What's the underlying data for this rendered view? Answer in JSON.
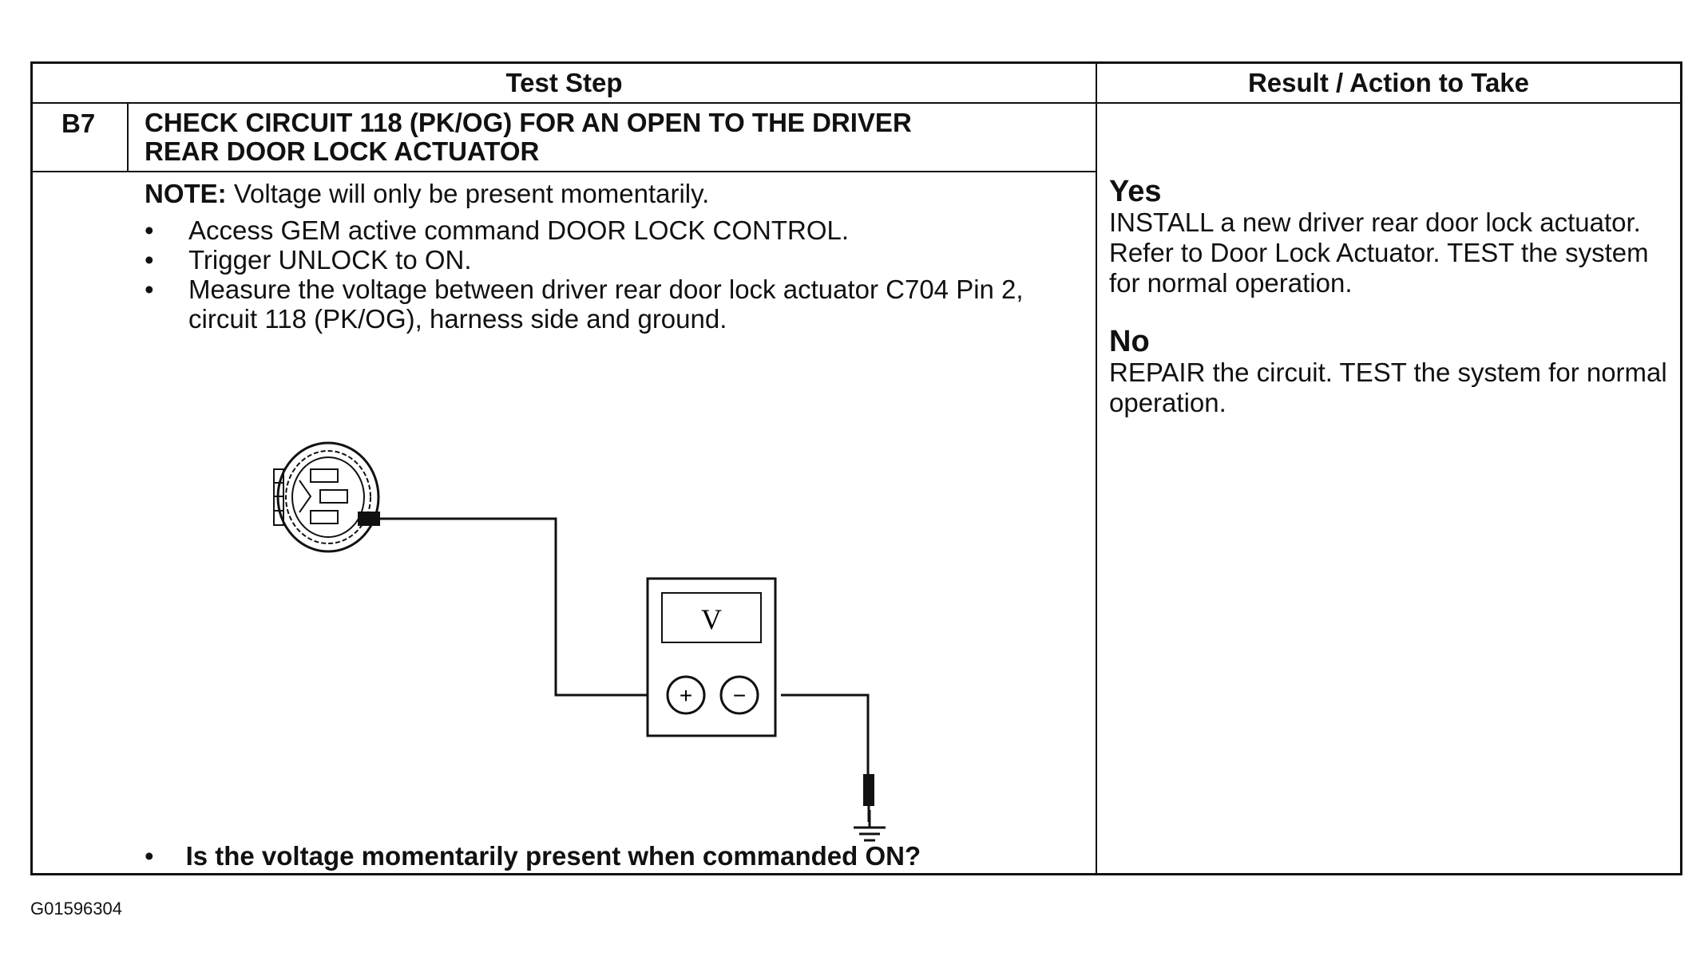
{
  "header": {
    "test_step": "Test Step",
    "result_action": "Result / Action to Take"
  },
  "step": {
    "id": "B7",
    "title_line1": "CHECK CIRCUIT 118 (PK/OG) FOR AN OPEN TO THE DRIVER",
    "title_line2": "REAR DOOR LOCK ACTUATOR"
  },
  "note": {
    "label": "NOTE:",
    "text": " Voltage will only be present momentarily."
  },
  "bullets": [
    "Access GEM active command DOOR LOCK CONTROL.",
    "Trigger UNLOCK to ON.",
    "Measure the voltage between driver rear door lock actuator C704 Pin 2, circuit 118 (PK/OG), harness side and ground."
  ],
  "question": "Is the voltage momentarily present when commanded ON?",
  "diagram": {
    "meter_label": "V",
    "plus_label": "+",
    "minus_label": "−"
  },
  "results": {
    "yes_label": "Yes",
    "yes_text": "INSTALL a new driver rear door lock actuator. Refer to Door Lock Actuator. TEST the system for normal operation.",
    "no_label": "No",
    "no_text": "REPAIR the circuit. TEST the system for normal operation."
  },
  "figure_id": "G01596304"
}
